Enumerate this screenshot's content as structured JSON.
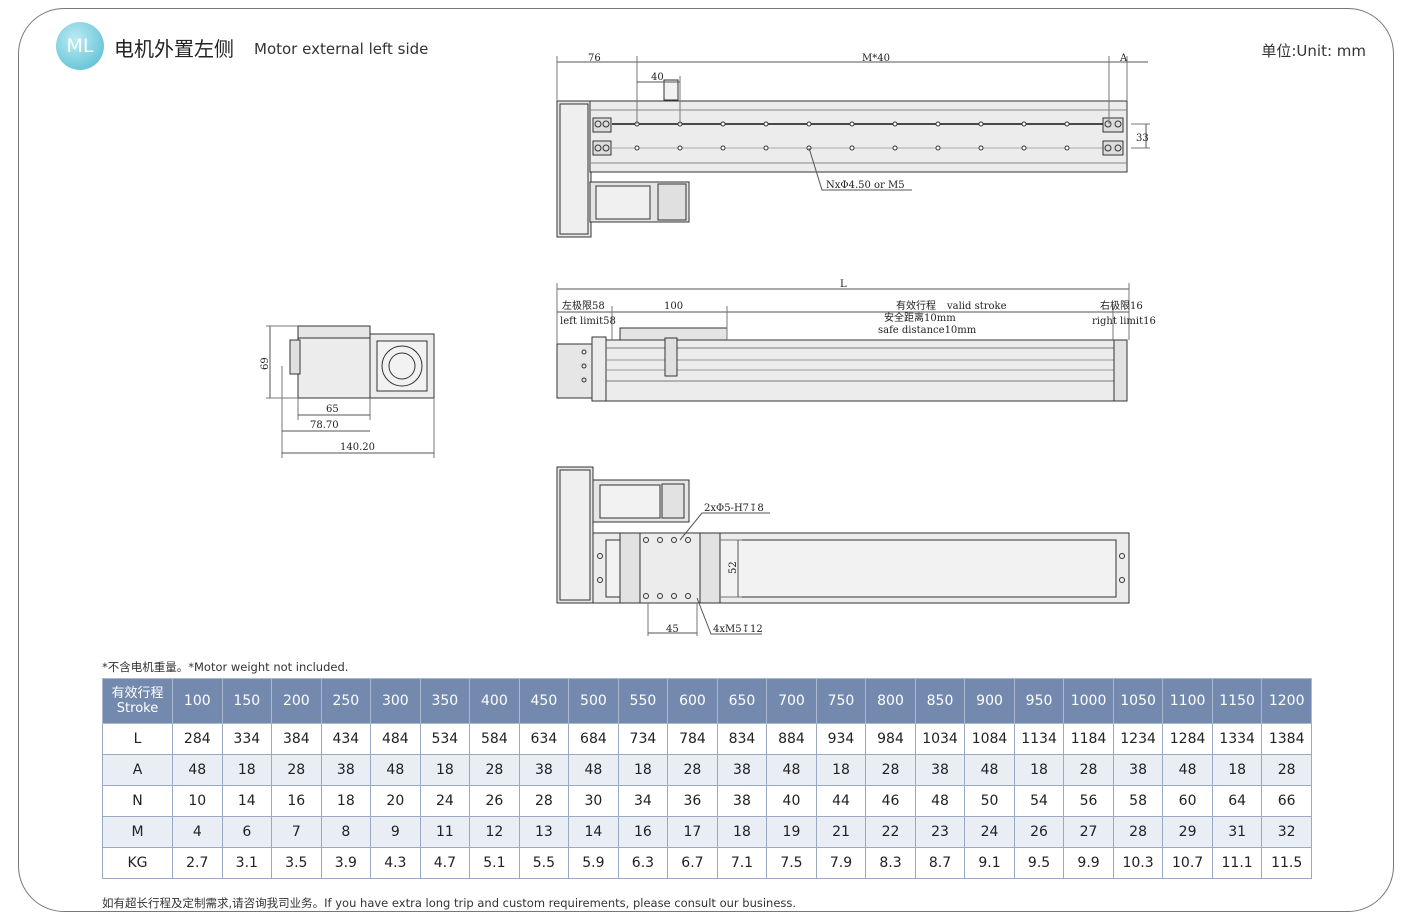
{
  "header": {
    "badge": "ML",
    "title_cn": "电机外置左侧",
    "title_en": "Motor external left side",
    "unit": "单位:Unit: mm"
  },
  "dims": {
    "top_76": "76",
    "top_m40": "M*40",
    "top_40": "40",
    "top_a": "A",
    "top_33": "33",
    "hole_note": "NxΦ4.50 or M5",
    "mid_l": "L",
    "left_limit_cn": "左极限58",
    "left_limit_en": "left limit58",
    "slider_100": "100",
    "stroke_cn": "有效行程",
    "stroke_en": "valid stroke",
    "safe_cn": "安全距离10mm",
    "safe_en": "safe distance10mm",
    "right_limit_cn": "右极限16",
    "right_limit_en": "right limit16",
    "end_69": "69",
    "end_65": "65",
    "end_7870": "78.70",
    "end_14020": "140.20",
    "pin_note": "2xΦ5-H7↧8",
    "bot_52": "52",
    "bot_45": "45",
    "screw_note": "4xM5↧12"
  },
  "notes": {
    "top": "*不含电机重量。*Motor weight not included.",
    "bottom": "如有超长行程及定制需求,请咨询我司业务。If you have extra long trip and custom requirements, please consult our business."
  },
  "table": {
    "header_cn": "有效行程",
    "header_en": "Stroke",
    "strokes": [
      "100",
      "150",
      "200",
      "250",
      "300",
      "350",
      "400",
      "450",
      "500",
      "550",
      "600",
      "650",
      "700",
      "750",
      "800",
      "850",
      "900",
      "950",
      "1000",
      "1050",
      "1100",
      "1150",
      "1200"
    ],
    "rows": [
      {
        "label": "L",
        "values": [
          "284",
          "334",
          "384",
          "434",
          "484",
          "534",
          "584",
          "634",
          "684",
          "734",
          "784",
          "834",
          "884",
          "934",
          "984",
          "1034",
          "1084",
          "1134",
          "1184",
          "1234",
          "1284",
          "1334",
          "1384"
        ]
      },
      {
        "label": "A",
        "values": [
          "48",
          "18",
          "28",
          "38",
          "48",
          "18",
          "28",
          "38",
          "48",
          "18",
          "28",
          "38",
          "48",
          "18",
          "28",
          "38",
          "48",
          "18",
          "28",
          "38",
          "48",
          "18",
          "28"
        ]
      },
      {
        "label": "N",
        "values": [
          "10",
          "14",
          "16",
          "18",
          "20",
          "24",
          "26",
          "28",
          "30",
          "34",
          "36",
          "38",
          "40",
          "44",
          "46",
          "48",
          "50",
          "54",
          "56",
          "58",
          "60",
          "64",
          "66"
        ]
      },
      {
        "label": "M",
        "values": [
          "4",
          "6",
          "7",
          "8",
          "9",
          "11",
          "12",
          "13",
          "14",
          "16",
          "17",
          "18",
          "19",
          "21",
          "22",
          "23",
          "24",
          "26",
          "27",
          "28",
          "29",
          "31",
          "32"
        ]
      },
      {
        "label": "KG",
        "values": [
          "2.7",
          "3.1",
          "3.5",
          "3.9",
          "4.3",
          "4.7",
          "5.1",
          "5.5",
          "5.9",
          "6.3",
          "6.7",
          "7.1",
          "7.5",
          "7.9",
          "8.3",
          "8.7",
          "9.1",
          "9.5",
          "9.9",
          "10.3",
          "10.7",
          "11.1",
          "11.5"
        ]
      }
    ]
  }
}
